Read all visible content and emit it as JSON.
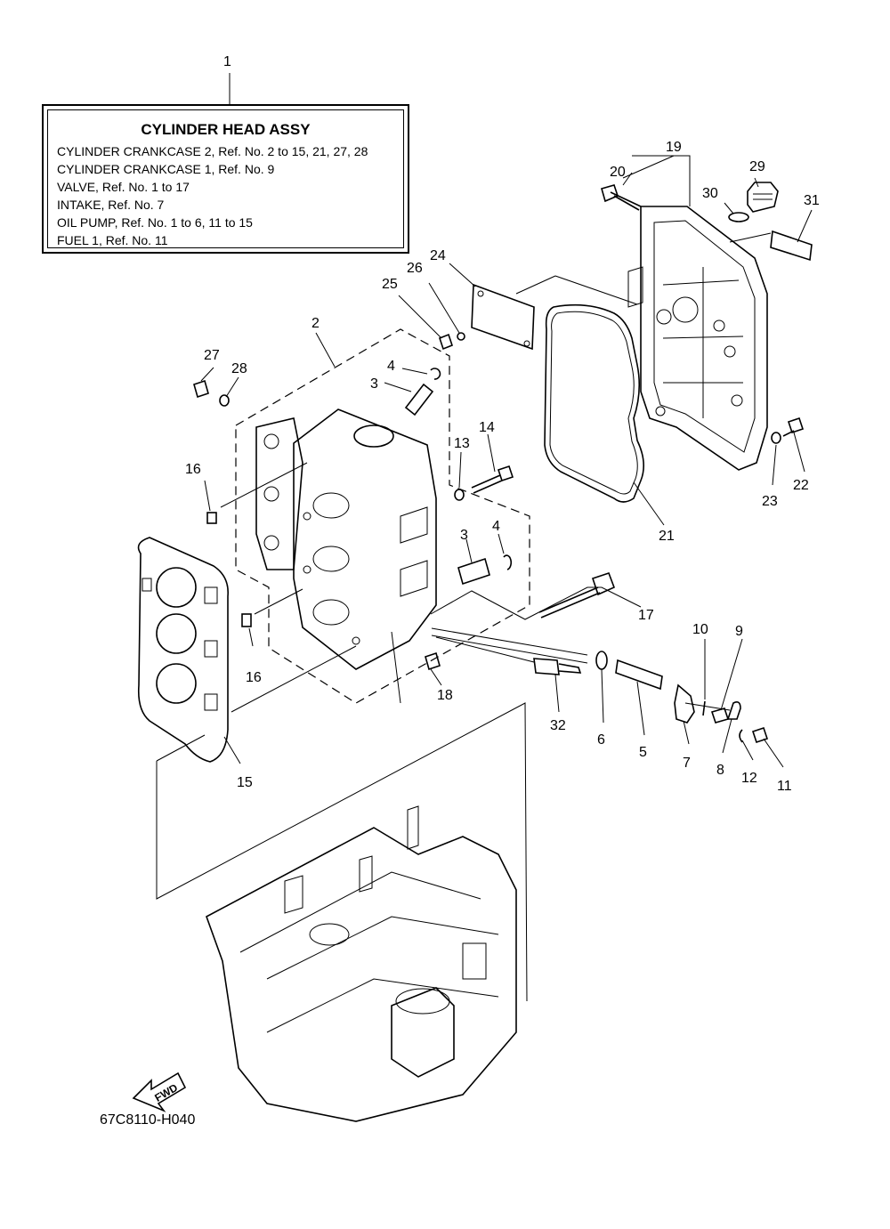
{
  "reference_box": {
    "title": "CYLINDER HEAD ASSY",
    "lines": [
      "CYLINDER CRANKCASE 2,  Ref. No. 2 to 15, 21, 27, 28",
      "CYLINDER CRANKCASE 1,  Ref. No. 9",
      "VALVE,  Ref. No. 1 to 17",
      "INTAKE,  Ref. No. 7",
      "OIL  PUMP,  Ref. No. 1 to 6, 11 to 15",
      "FUEL 1,  Ref. No. 11"
    ]
  },
  "callouts": {
    "c1": "1",
    "c2": "2",
    "c3a": "3",
    "c3b": "3",
    "c4a": "4",
    "c4b": "4",
    "c5": "5",
    "c6": "6",
    "c7": "7",
    "c8": "8",
    "c9": "9",
    "c10": "10",
    "c11": "11",
    "c12": "12",
    "c13": "13",
    "c14": "14",
    "c15": "15",
    "c16a": "16",
    "c16b": "16",
    "c17": "17",
    "c18": "18",
    "c19": "19",
    "c20": "20",
    "c21": "21",
    "c22": "22",
    "c23": "23",
    "c24": "24",
    "c25": "25",
    "c26": "26",
    "c27": "27",
    "c28": "28",
    "c29": "29",
    "c30": "30",
    "c31": "31",
    "c32": "32"
  },
  "fwd_label": "FWD",
  "diagram_code": "67C8110-H040"
}
